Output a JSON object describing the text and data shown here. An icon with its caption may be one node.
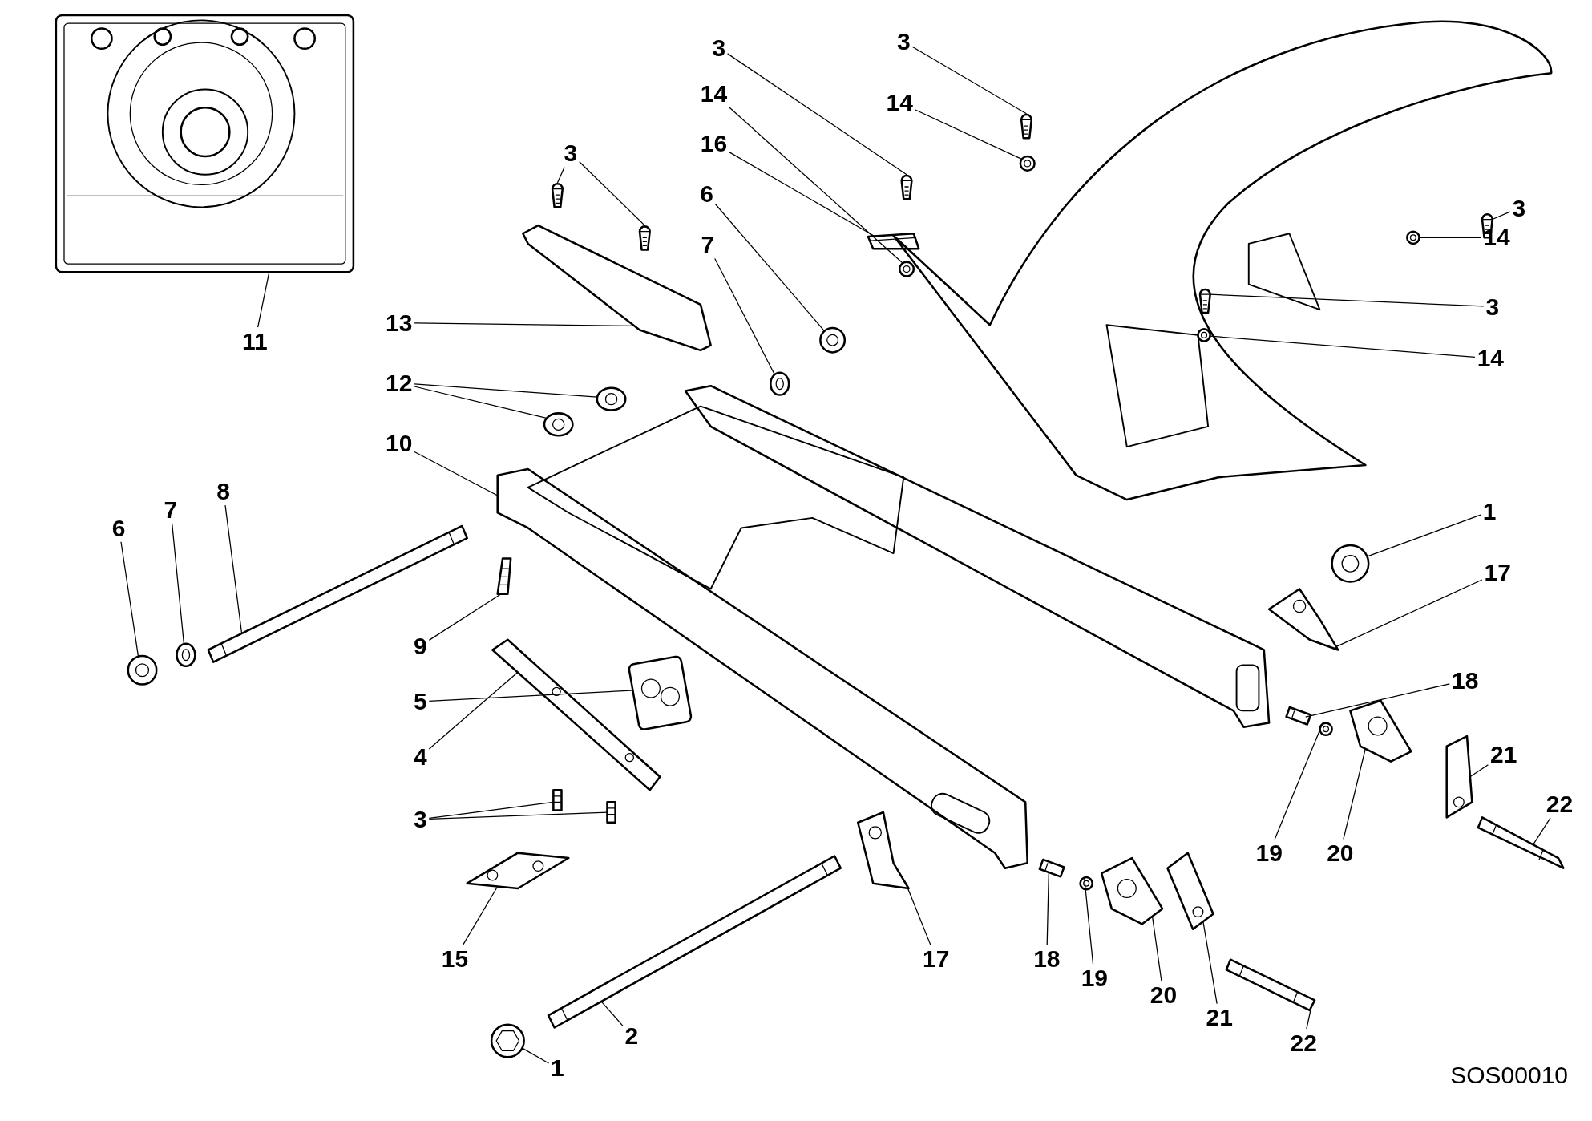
{
  "diagram": {
    "nodes": [
      {
        "text": [
          "3"
        ]
      },
      {
        "text": [
          "14"
        ]
      },
      {
        "text": [
          "16"
        ]
      },
      {
        "text": [
          "3"
        ]
      },
      {
        "text": [
          "14"
        ]
      },
      {
        "text": [
          "3"
        ]
      },
      {
        "text": [
          "13"
        ]
      },
      {
        "text": [
          "6"
        ]
      },
      {
        "text": [
          "7"
        ]
      },
      {
        "text": [
          "12"
        ]
      },
      {
        "text": [
          "10"
        ]
      },
      {
        "text": [
          "11"
        ]
      },
      {
        "text": [
          "6"
        ]
      },
      {
        "text": [
          "7"
        ]
      },
      {
        "text": [
          "8"
        ]
      },
      {
        "text": [
          "9"
        ]
      },
      {
        "text": [
          "5"
        ]
      },
      {
        "text": [
          "4"
        ]
      },
      {
        "text": [
          "3"
        ]
      },
      {
        "text": [
          "15"
        ]
      },
      {
        "text": [
          "2"
        ]
      },
      {
        "text": [
          "1"
        ]
      },
      {
        "text": [
          "17"
        ]
      },
      {
        "text": [
          "18"
        ]
      },
      {
        "text": [
          "19"
        ]
      },
      {
        "text": [
          "20"
        ]
      },
      {
        "text": [
          "21"
        ]
      },
      {
        "text": [
          "22"
        ]
      },
      {
        "text": [
          "1"
        ]
      },
      {
        "text": [
          "17"
        ]
      },
      {
        "text": [
          "18"
        ]
      },
      {
        "text": [
          "19"
        ]
      },
      {
        "text": [
          "20"
        ]
      },
      {
        "text": [
          "21"
        ]
      },
      {
        "text": [
          "22"
        ]
      },
      {
        "text": [
          "3"
        ]
      },
      {
        "text": [
          "14"
        ]
      },
      {
        "text": [
          "3"
        ]
      },
      {
        "text": [
          "14"
        ]
      },
      {
        "text": [],
        "shape": "picture"
      },
      {
        "text": [],
        "shape": "picture"
      },
      {
        "text": [],
        "shape": "picture"
      },
      {
        "text": [],
        "shape": "picture"
      },
      {
        "text": [],
        "shape": "picture"
      },
      {
        "text": [],
        "shape": "picture"
      },
      {
        "text": [],
        "shape": "picture"
      },
      {
        "text": [],
        "shape": "picture"
      },
      {
        "text": [],
        "shape": "picture"
      },
      {
        "text": [],
        "shape": "picture"
      },
      {
        "text": [],
        "shape": "picture"
      },
      {
        "text": [],
        "shape": "picture"
      },
      {
        "text": [],
        "shape": "picture"
      },
      {
        "text": [],
        "shape": "picture"
      },
      {
        "text": [],
        "shape": "picture"
      },
      {
        "text": [],
        "shape": "picture"
      },
      {
        "text": [],
        "shape": "picture"
      },
      {
        "text": [],
        "shape": "picture"
      },
      {
        "text": [],
        "shape": "picture"
      },
      {
        "text": [],
        "shape": "picture"
      },
      {
        "text": [],
        "shape": "picture"
      },
      {
        "text": [],
        "shape": "picture"
      },
      {
        "text": [],
        "shape": "picture"
      },
      {
        "text": [],
        "shape": "picture"
      },
      {
        "text": [],
        "shape": "picture"
      },
      {
        "text": [],
        "shape": "picture"
      },
      {
        "text": [],
        "shape": "picture"
      },
      {
        "text": [],
        "shape": "picture"
      },
      {
        "text": [],
        "shape": "picture"
      },
      {
        "text": [],
        "shape": "picture"
      },
      {
        "text": [],
        "shape": "picture"
      },
      {
        "text": [],
        "shape": "picture"
      },
      {
        "text": [],
        "shape": "picture"
      },
      {
        "text": [],
        "shape": "picture"
      },
      {
        "text": [],
        "shape": "picture"
      },
      {
        "text": [],
        "shape": "picture"
      },
      {
        "text": [],
        "shape": "picture"
      },
      {
        "text": [],
        "shape": "picture"
      },
      {
        "text": [],
        "shape": "picture"
      },
      {
        "text": [],
        "shape": "picture"
      },
      {
        "text": [],
        "shape": "picture"
      },
      {
        "text": [],
        "shape": "picture"
      }
    ],
    "edges": [
      {
        "from": 0,
        "to": 39,
        "arrow": "none"
      },
      {
        "from": 1,
        "to": 40,
        "arrow": "none"
      },
      {
        "from": 2,
        "to": 41,
        "arrow": "none"
      },
      {
        "from": 3,
        "to": 42,
        "arrow": "none"
      },
      {
        "from": 4,
        "to": 43,
        "arrow": "none"
      },
      {
        "from": 5,
        "to": 44,
        "arrow": "none"
      },
      {
        "from": 5,
        "to": 45,
        "arrow": "none"
      },
      {
        "from": 6,
        "to": 46,
        "arrow": "none"
      },
      {
        "from": 7,
        "to": 47,
        "arrow": "none"
      },
      {
        "from": 8,
        "to": 48,
        "arrow": "none"
      },
      {
        "from": 9,
        "to": 49,
        "arrow": "none"
      },
      {
        "from": 9,
        "to": 50,
        "arrow": "none"
      },
      {
        "from": 10,
        "to": 51,
        "arrow": "none"
      },
      {
        "from": 11,
        "to": 52,
        "arrow": "none"
      },
      {
        "from": 12,
        "to": 53,
        "arrow": "none"
      },
      {
        "from": 13,
        "to": 54,
        "arrow": "none"
      },
      {
        "from": 14,
        "to": 55,
        "arrow": "none"
      },
      {
        "from": 15,
        "to": 56,
        "arrow": "none"
      },
      {
        "from": 16,
        "to": 57,
        "arrow": "none"
      },
      {
        "from": 17,
        "to": 58,
        "arrow": "none"
      },
      {
        "from": 18,
        "to": 59,
        "arrow": "none"
      },
      {
        "from": 18,
        "to": 60,
        "arrow": "none"
      },
      {
        "from": 19,
        "to": 61,
        "arrow": "none"
      },
      {
        "from": 20,
        "to": 62,
        "arrow": "none"
      },
      {
        "from": 21,
        "to": 63,
        "arrow": "none"
      },
      {
        "from": 22,
        "to": 64,
        "arrow": "none"
      },
      {
        "from": 23,
        "to": 65,
        "arrow": "none"
      },
      {
        "from": 24,
        "to": 66,
        "arrow": "none"
      },
      {
        "from": 25,
        "to": 67,
        "arrow": "none"
      },
      {
        "from": 26,
        "to": 68,
        "arrow": "none"
      },
      {
        "from": 27,
        "to": 69,
        "arrow": "none"
      },
      {
        "from": 28,
        "to": 70,
        "arrow": "none"
      },
      {
        "from": 29,
        "to": 71,
        "arrow": "none"
      },
      {
        "from": 30,
        "to": 72,
        "arrow": "none"
      },
      {
        "from": 31,
        "to": 73,
        "arrow": "none"
      },
      {
        "from": 32,
        "to": 74,
        "arrow": "none"
      },
      {
        "from": 33,
        "to": 75,
        "arrow": "none"
      },
      {
        "from": 34,
        "to": 76,
        "arrow": "none"
      },
      {
        "from": 35,
        "to": 77,
        "arrow": "none"
      },
      {
        "from": 36,
        "to": 78,
        "arrow": "none"
      },
      {
        "from": 37,
        "to": 79,
        "arrow": "none"
      },
      {
        "from": 38,
        "to": 80,
        "arrow": "none"
      }
    ],
    "labels": [
      "SOS00010"
    ]
  }
}
